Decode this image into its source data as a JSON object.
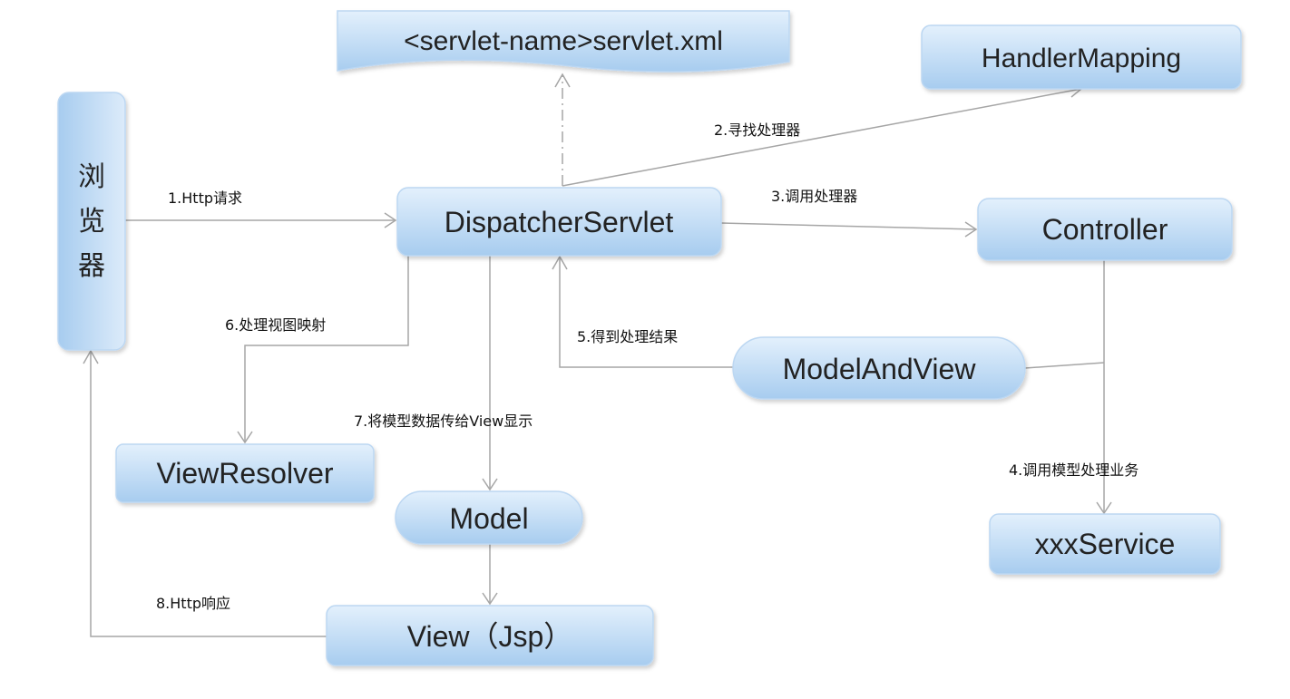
{
  "colors": {
    "node_fill_top": "#dfedfb",
    "node_fill_bottom": "#a9cdf0",
    "node_stroke": "#bcd7f2",
    "edge": "#a6a6a6",
    "text": "#222222"
  },
  "nodes": {
    "browser": {
      "label": "浏览器",
      "chars": [
        "浏",
        "览",
        "器"
      ]
    },
    "servlet_xml": {
      "label": "<servlet-name>servlet.xml"
    },
    "handler_mapping": {
      "label": "HandlerMapping"
    },
    "dispatcher": {
      "label": "DispatcherServlet"
    },
    "controller": {
      "label": "Controller"
    },
    "model_and_view": {
      "label": "ModelAndView"
    },
    "view_resolver": {
      "label": "ViewResolver"
    },
    "model": {
      "label": "Model"
    },
    "xxx_service": {
      "label": "xxxService"
    },
    "view": {
      "label": "View（Jsp）"
    }
  },
  "edges": {
    "http_request": "1.Http请求",
    "find_handler": "2.寻找处理器",
    "call_handler": "3.调用处理器",
    "call_model": "4.调用模型处理业务",
    "get_result": "5.得到处理结果",
    "view_mapping": "6.处理视图映射",
    "pass_model": "7.将模型数据传给View显示",
    "http_response": "8.Http响应"
  }
}
